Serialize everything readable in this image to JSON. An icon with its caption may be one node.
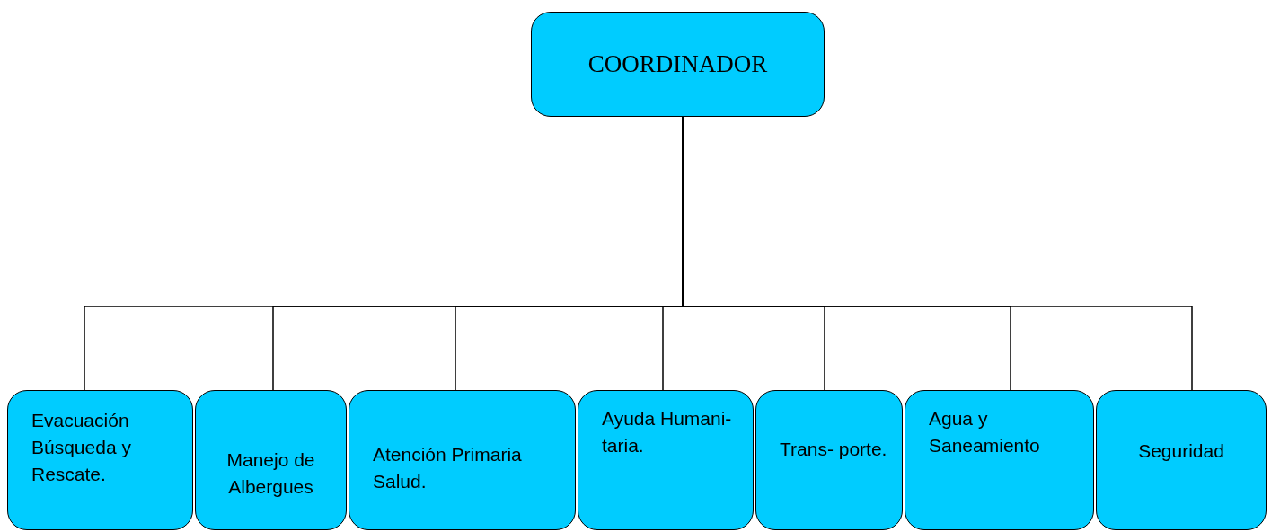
{
  "diagram": {
    "nodes": [
      {
        "text": [
          "COORDINADOR"
        ]
      },
      {
        "text": [
          "Evacuación Búsqueda y Rescate."
        ]
      },
      {
        "text": [
          "Manejo de Albergues"
        ]
      },
      {
        "text": [
          "Atención Primaria Salud."
        ]
      },
      {
        "text": [
          "Ayuda Humani- taria."
        ]
      },
      {
        "text": [
          "Trans- porte."
        ]
      },
      {
        "text": [
          "Agua y Saneamiento"
        ]
      },
      {
        "text": [
          "Seguridad"
        ]
      }
    ],
    "edges": [
      {
        "from": 0,
        "to": 1,
        "arrow": "none"
      },
      {
        "from": 0,
        "to": 2,
        "arrow": "none"
      },
      {
        "from": 0,
        "to": 3,
        "arrow": "none"
      },
      {
        "from": 0,
        "to": 4,
        "arrow": "none"
      },
      {
        "from": 0,
        "to": 5,
        "arrow": "none"
      },
      {
        "from": 0,
        "to": 6,
        "arrow": "none"
      },
      {
        "from": 0,
        "to": 7,
        "arrow": "none"
      }
    ]
  }
}
